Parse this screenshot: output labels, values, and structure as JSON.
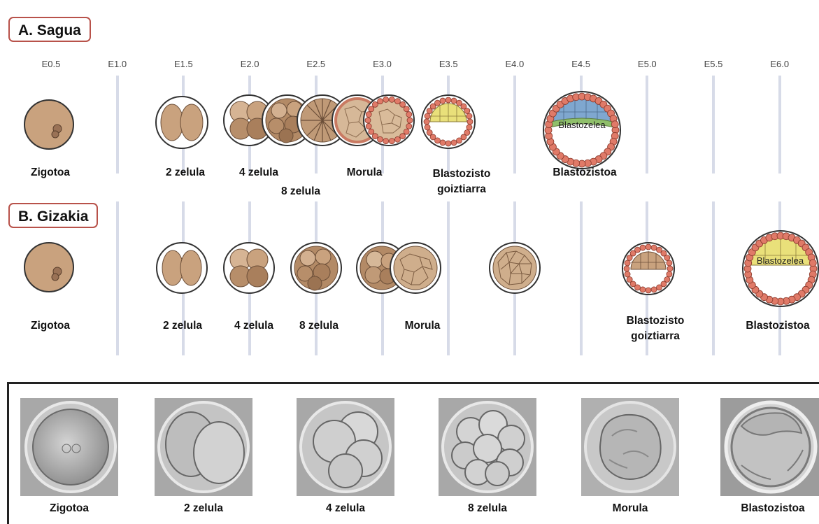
{
  "sections": {
    "mouse": {
      "label": "A. Sagua"
    },
    "human": {
      "label": "B. Gizakia"
    }
  },
  "timeline": {
    "ticks": [
      "E0.5",
      "E1.0",
      "E1.5",
      "E2.0",
      "E2.5",
      "E3.0",
      "E3.5",
      "E4.0",
      "E4.5",
      "E5.0",
      "E5.5",
      "E6.0"
    ]
  },
  "mouse_stages": {
    "zygote": "Zigotoa",
    "two_cell": "2 zelula",
    "four_cell": "4 zelula",
    "eight_cell": "8 zelula",
    "morula": "Morula",
    "early_blastocyst": "Blastozisto\ngoiztiarra",
    "blastocyst": "Blastozistoa",
    "blastocoel": "Blastozelea"
  },
  "human_stages": {
    "zygote": "Zigotoa",
    "two_cell": "2 zelula",
    "four_cell": "4 zelula",
    "eight_cell": "8 zelula",
    "morula": "Morula",
    "early_blastocyst": "Blastozisto\ngoiztiarra",
    "blastocyst": "Blastozistoa",
    "blastocoel": "Blastozelea"
  },
  "photos": [
    "Zigotoa",
    "2 zelula",
    "4 zelula",
    "8 zelula",
    "Morula",
    "Blastozistoa"
  ],
  "colors": {
    "label_border": "#b8524a",
    "cell_tan": "#c9a27e",
    "trophectoderm": "#e07a68",
    "icm_yellow": "#e9e07a",
    "epiblast_blue": "#7fa7cf",
    "primitive_endoderm_green": "#8fbf6a"
  }
}
